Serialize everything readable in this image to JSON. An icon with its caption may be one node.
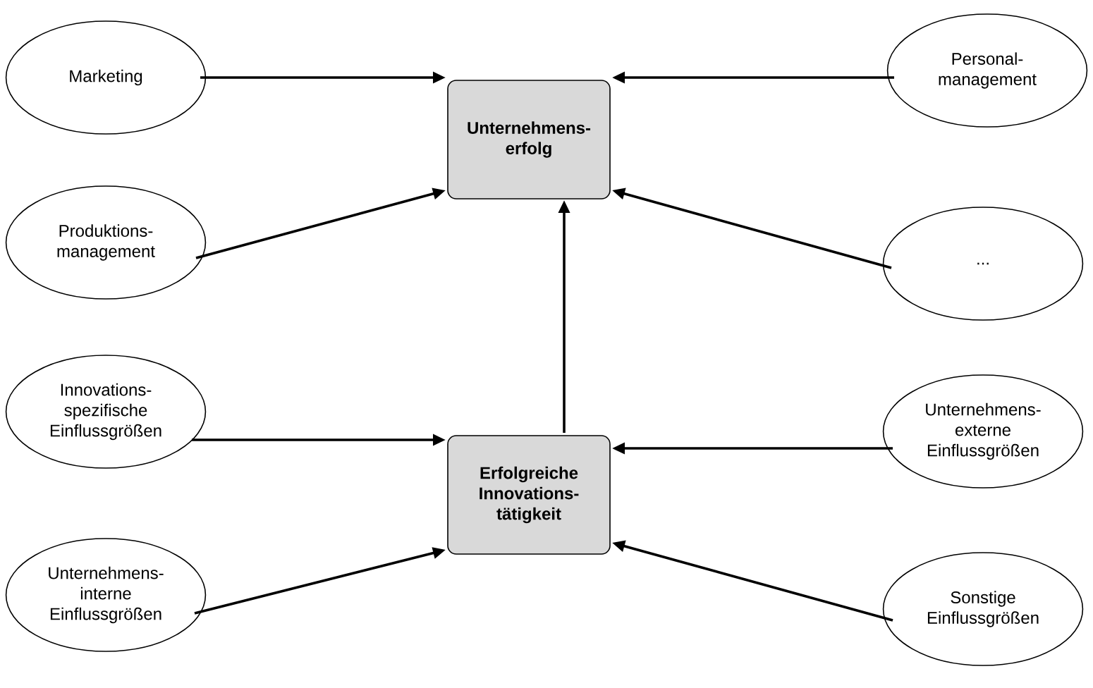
{
  "diagram": {
    "nodes": [
      {
        "text": [
          "Marketing"
        ]
      },
      {
        "text": [
          "Unternehmens- erfolg"
        ]
      },
      {
        "text": [
          "Personal- management"
        ]
      },
      {
        "text": [
          "Produktions- management"
        ]
      },
      {
        "text": [
          "..."
        ]
      },
      {
        "text": [
          "Innovations- spezifische Einflussgrößen"
        ]
      },
      {
        "text": [
          "Erfolgreiche Innovations- tätigkeit"
        ]
      },
      {
        "text": [
          "Unternehmens- externe Einflussgrößen"
        ]
      },
      {
        "text": [
          "Unternehmens- interne Einflussgrößen"
        ]
      },
      {
        "text": [
          "Sonstige Einflussgrößen"
        ]
      }
    ],
    "edges": [
      {
        "from": 0,
        "to": 1,
        "arrow": "to"
      },
      {
        "from": 2,
        "to": 1,
        "arrow": "to"
      },
      {
        "from": 3,
        "to": 1,
        "arrow": "to"
      },
      {
        "from": 4,
        "to": 1,
        "arrow": "to"
      },
      {
        "from": 6,
        "to": 1,
        "arrow": "to"
      },
      {
        "from": 5,
        "to": 6,
        "arrow": "to"
      },
      {
        "from": 7,
        "to": 6,
        "arrow": "to"
      },
      {
        "from": 8,
        "to": 6,
        "arrow": "to"
      },
      {
        "from": 9,
        "to": 6,
        "arrow": "to"
      }
    ]
  }
}
